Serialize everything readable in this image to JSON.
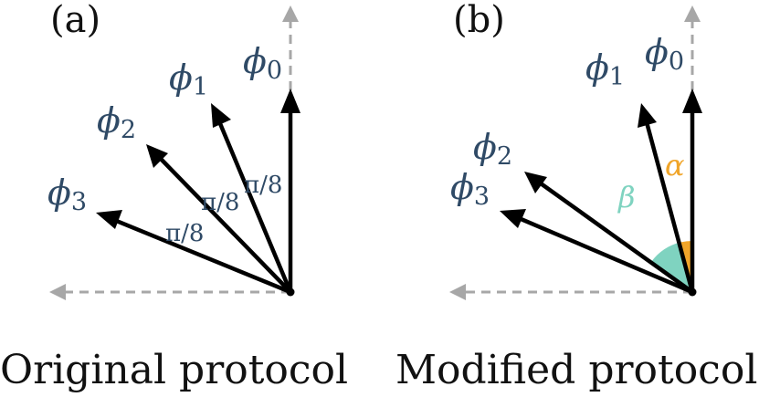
{
  "panels": {
    "a": {
      "label": "(a)",
      "caption": "Original protocol",
      "vectors": [
        {
          "symbol": "ϕ",
          "subscript": "0"
        },
        {
          "symbol": "ϕ",
          "subscript": "1"
        },
        {
          "symbol": "ϕ",
          "subscript": "2"
        },
        {
          "symbol": "ϕ",
          "subscript": "3"
        }
      ],
      "angle_labels": [
        "π/8",
        "π/8",
        "π/8"
      ]
    },
    "b": {
      "label": "(b)",
      "caption": "Modified protocol",
      "vectors": [
        {
          "symbol": "ϕ",
          "subscript": "0"
        },
        {
          "symbol": "ϕ",
          "subscript": "1"
        },
        {
          "symbol": "ϕ",
          "subscript": "2"
        },
        {
          "symbol": "ϕ",
          "subscript": "3"
        }
      ],
      "angles": [
        {
          "symbol": "α",
          "color": "#f0a52a"
        },
        {
          "symbol": "β",
          "color": "#7fd3c0"
        }
      ]
    }
  },
  "colors": {
    "vector_label": "#2f4a66",
    "arrow": "#000000",
    "axis": "#a7a7a7"
  }
}
